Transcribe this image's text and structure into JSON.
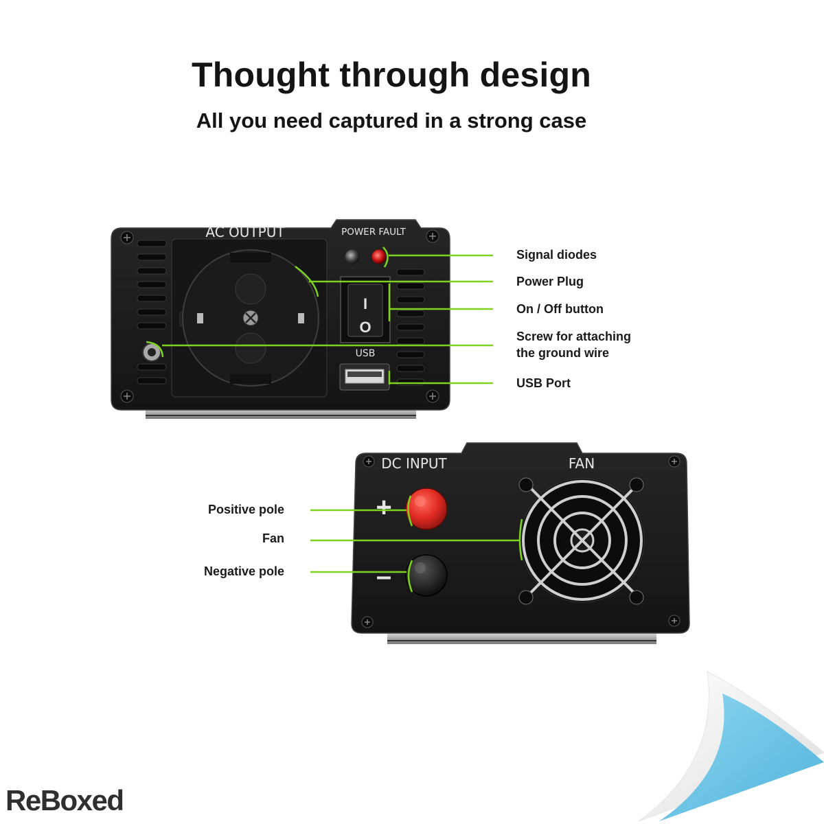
{
  "header": {
    "title": "Thought through design",
    "subtitle": "All you need captured in a strong case"
  },
  "ac_panel": {
    "label_ac_output": "AC OUTPUT",
    "label_power_fault": "POWER FAULT",
    "label_usb": "USB",
    "switch_on_symbol": "I",
    "switch_off_symbol": "O"
  },
  "dc_panel": {
    "label_dc_input": "DC INPUT",
    "label_fan": "FAN",
    "positive_symbol": "+",
    "negative_symbol": "–"
  },
  "callouts": {
    "signal_diodes": "Signal diodes",
    "power_plug": "Power Plug",
    "on_off_button": "On / Off button",
    "screw_line1": "Screw for attaching",
    "screw_line2": "the ground wire",
    "usb_port": "USB Port",
    "positive_pole": "Positive pole",
    "fan": "Fan",
    "negative_pole": "Negative pole"
  },
  "brand": {
    "logo_text": "ReBoxed"
  },
  "colors": {
    "accent_green": "#7ed321",
    "panel_black": "#1c1c1c",
    "fault_red": "#e02020",
    "page_curl_blue": "#6ec6e6"
  },
  "icons": [
    "schuko-socket-icon",
    "power-switch-icon",
    "usb-port-icon",
    "led-icon",
    "fan-grille-icon",
    "terminal-knob-icon",
    "screw-icon"
  ]
}
